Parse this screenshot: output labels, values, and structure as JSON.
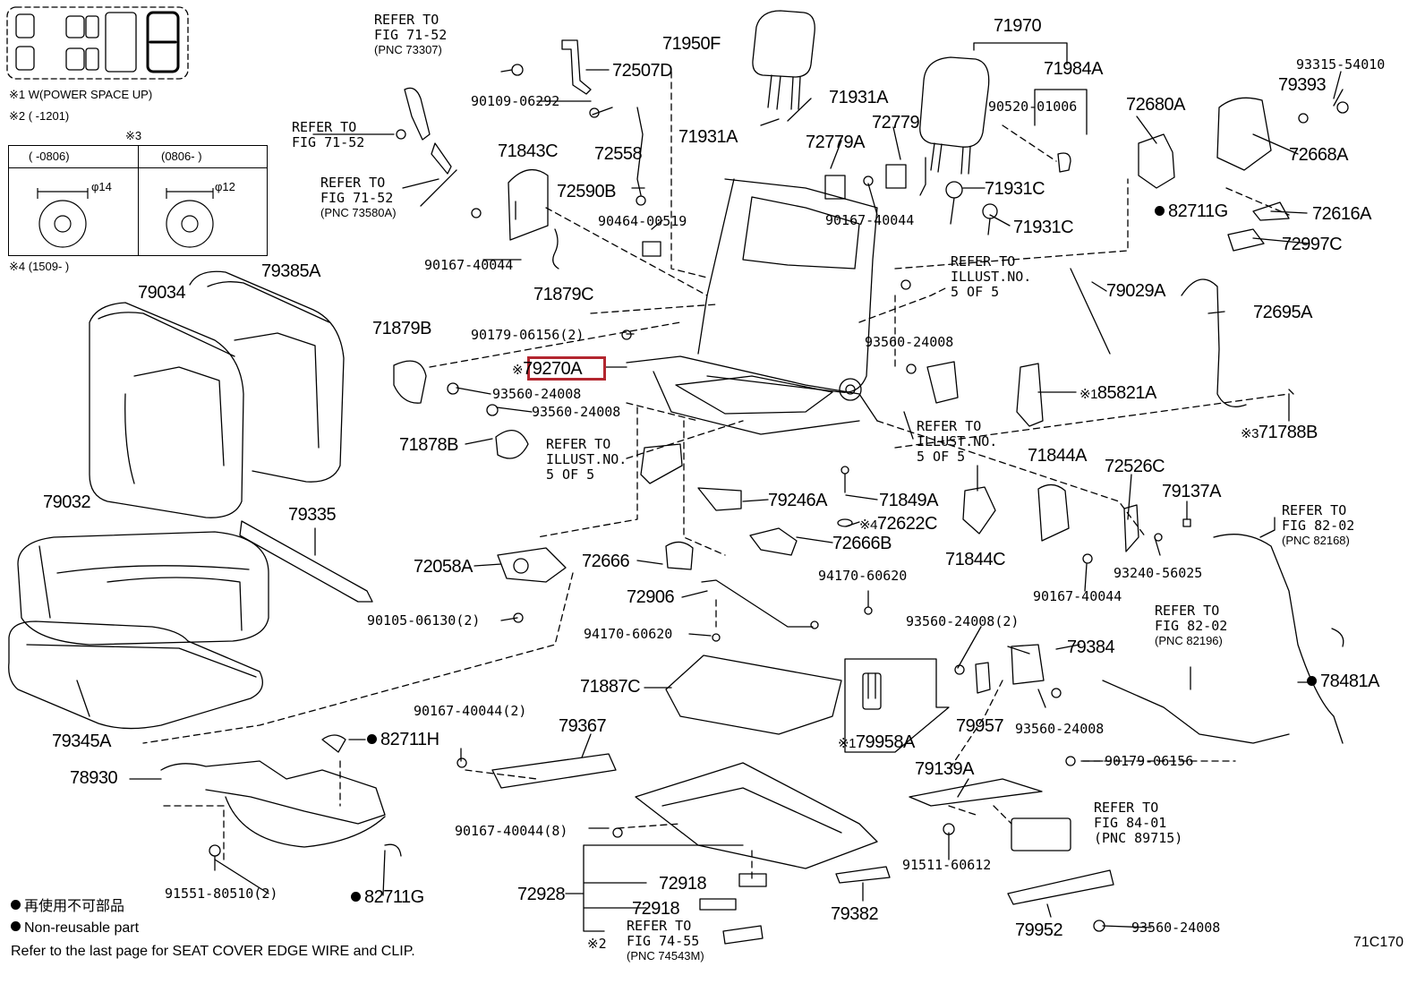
{
  "figure_code": "71C170",
  "highlight_color": "#b3262f",
  "legend": {
    "header_line": "※1 W(POWER SPACE UP)",
    "note2": "※2 (      -1201)",
    "note3": "※3",
    "col1_header": "(      -0806)",
    "col2_header": "(0806-      )",
    "col1_dia": "φ14",
    "col2_dia": "φ12",
    "note4": "※4 (1509-      )"
  },
  "footnotes": {
    "jp": "再使用不可部品",
    "en": "Non-reusable part",
    "refer": "Refer to the last page for SEAT COVER EDGE WIRE and CLIP."
  },
  "labels": {
    "p71950F": "71950F",
    "p72507D": "72507D",
    "p90109": "90109-06292",
    "p72558": "72558",
    "p71843C": "71843C",
    "p72590B": "72590B",
    "p90464": "90464-00519",
    "p90167a": "90167-40044",
    "p71879C": "71879C",
    "p71931A_r": "71931A",
    "p71931A_l": "71931A",
    "p72779A": "72779A",
    "p72779": "72779",
    "p90167b": "90167-40044",
    "p71970": "71970",
    "p71984A": "71984A",
    "p90520": "90520-01006",
    "p71931C_a": "71931C",
    "p71931C_b": "71931C",
    "p72680A": "72680A",
    "p79393": "79393",
    "p93315": "93315-54010",
    "p72668A": "72668A",
    "p82711G_a": "82711G",
    "p72616A": "72616A",
    "p72997C": "72997C",
    "p79029A": "79029A",
    "p72695A": "72695A",
    "p85821A": "85821A",
    "p71788B": "71788B",
    "p79034": "79034",
    "p79385A": "79385A",
    "p71879B": "71879B",
    "p90179a": "90179-06156(2)",
    "p79270A": "79270A",
    "p93560a": "93560-24008",
    "p93560b": "93560-24008",
    "p93560c": "93560-24008",
    "p71878B": "71878B",
    "p79032": "79032",
    "p79335": "79335",
    "p72058A": "72058A",
    "p90105": "90105-06130(2)",
    "p79246A": "79246A",
    "p71849A": "71849A",
    "p72622C": "72622C",
    "p72666": "72666",
    "p72666B": "72666B",
    "p72906": "72906",
    "p94170a": "94170-60620",
    "p94170b": "94170-60620",
    "p71844A": "71844A",
    "p71844C": "71844C",
    "p72526C": "72526C",
    "p79137A": "79137A",
    "p93240": "93240-56025",
    "p90167c": "90167-40044",
    "p79345A": "79345A",
    "p78930": "78930",
    "p82711H": "82711H",
    "p91551": "91551-80510(2)",
    "p82711G_b": "82711G",
    "p71887C": "71887C",
    "p90167d": "90167-40044(2)",
    "p79367": "79367",
    "p90167e": "90167-40044(8)",
    "p72928": "72928",
    "p72918a": "72918",
    "p72918b": "72918",
    "p79382": "79382",
    "p79958A": "79958A",
    "p93560d": "93560-24008(2)",
    "p79384": "79384",
    "p79957": "79957",
    "p93560e": "93560-24008",
    "p79139A": "79139A",
    "p90179b": "90179-06156",
    "p91511": "91511-60612",
    "p79952": "79952",
    "p93560f": "93560-24008",
    "p78481A": "78481A"
  },
  "marks": {
    "m79270A": "※",
    "m85821A": "※1",
    "m71788B": "※3",
    "m72622C": "※4",
    "m79958A": "※1",
    "m72928": "※2"
  },
  "references": {
    "r1": [
      "REFER TO",
      "FIG 71-52",
      "(PNC 73307)"
    ],
    "r2": [
      "REFER TO",
      "FIG 71-52"
    ],
    "r3": [
      "REFER TO",
      "FIG 71-52",
      "(PNC 73580A)"
    ],
    "r4": [
      "REFER TO",
      "ILLUST.NO.",
      "5 OF 5"
    ],
    "r5": [
      "REFER TO",
      "ILLUST.NO.",
      "5 OF 5"
    ],
    "r6": [
      "REFER TO",
      "ILLUST.NO.",
      "5 OF 5"
    ],
    "r7": [
      "REFER TO",
      "FIG 82-02",
      "(PNC 82168)"
    ],
    "r8": [
      "REFER TO",
      "FIG 82-02",
      "(PNC 82196)"
    ],
    "r9": [
      "REFER TO",
      "FIG 84-01",
      "(PNC 89715)"
    ],
    "r10": [
      "REFER TO",
      "FIG 74-55",
      "(PNC 74543M)"
    ]
  }
}
